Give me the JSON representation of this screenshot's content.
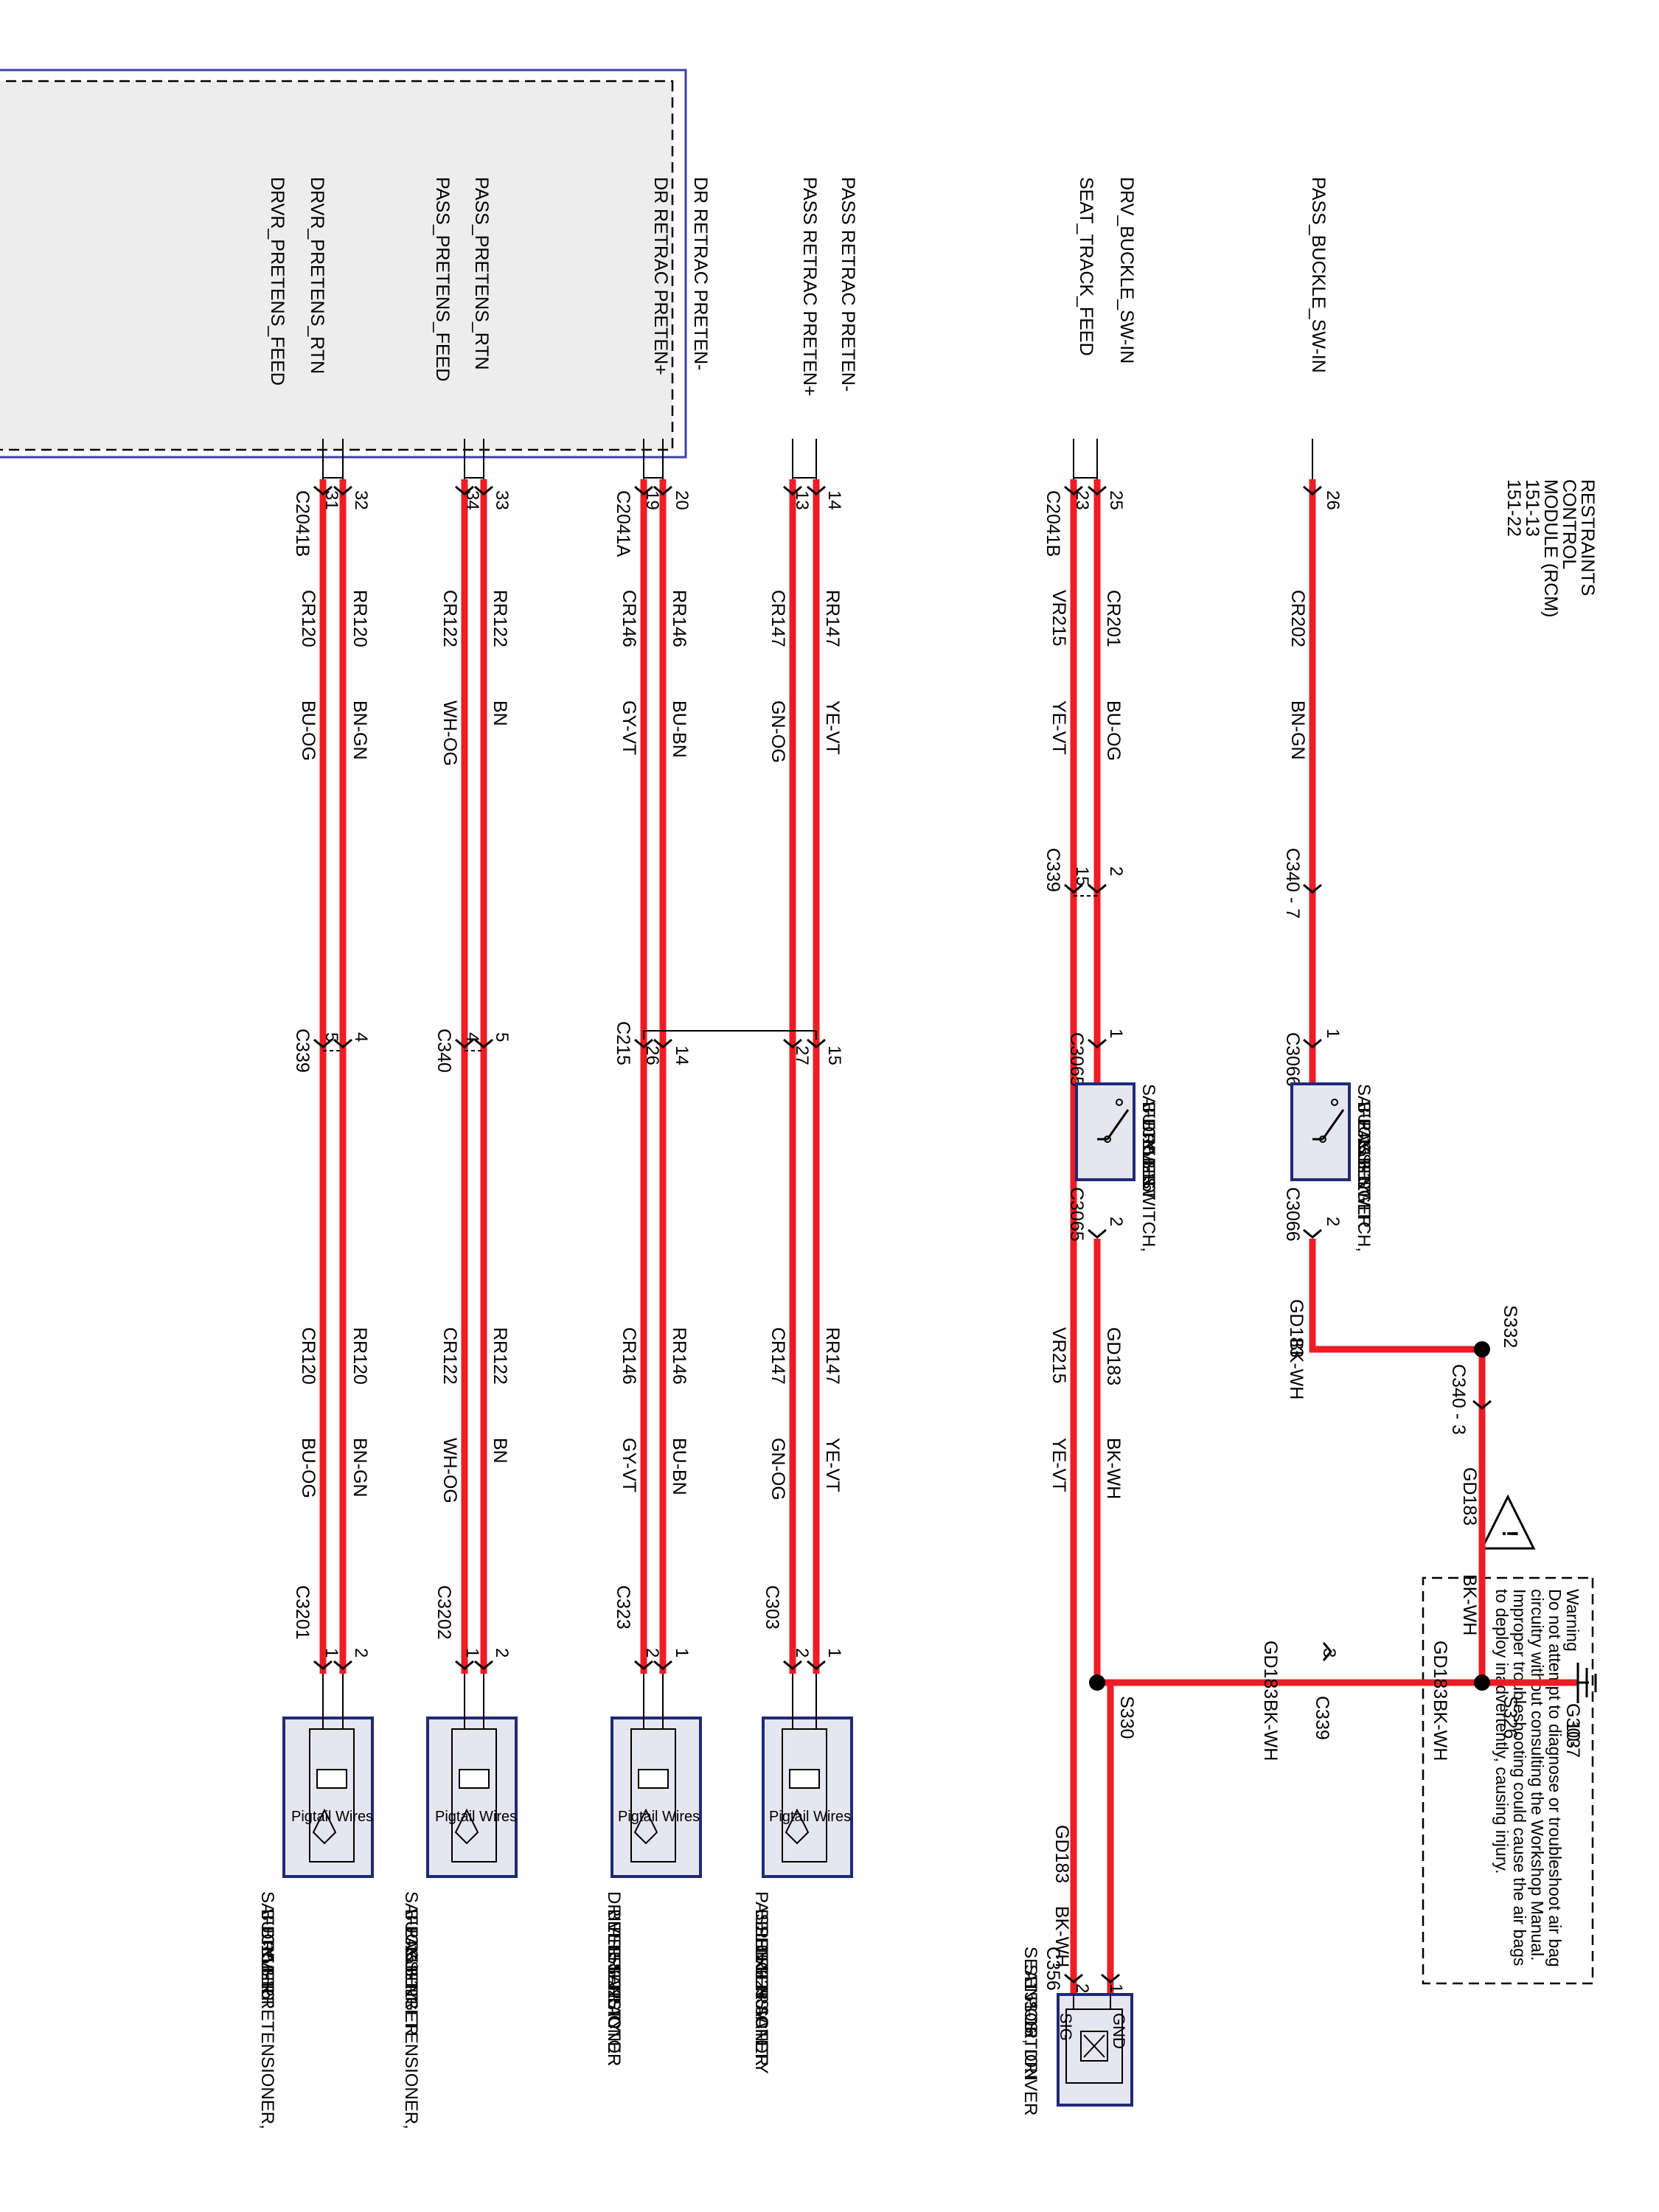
{
  "module": {
    "name_lines": [
      "RESTRAINTS",
      "CONTROL",
      "MODULE (RCM)",
      "151-13",
      "151-22"
    ],
    "pins": [
      {
        "label": "DRVR_PRETENS_FEED"
      },
      {
        "label": "DRVR_PRETENS_RTN"
      },
      {
        "label": "PASS_PRETENS_FEED"
      },
      {
        "label": "PASS_PRETENS_RTN"
      },
      {
        "label": "DR RETRAC PRETEN+"
      },
      {
        "label": "DR RETRAC PRETEN-"
      },
      {
        "label": "PASS RETRAC PRETEN+"
      },
      {
        "label": "PASS RETRAC PRETEN-"
      },
      {
        "label": "SEAT_TRACK_FEED"
      },
      {
        "label": "DRV_BUCKLE_SW-IN"
      },
      {
        "label": "PASS_BUCKLE_SW-IN"
      }
    ]
  },
  "warning": {
    "lines": [
      "Warning",
      "Do not attempt to diagnose or troubleshoot air bag",
      "circuitry without consulting the Workshop Manual.",
      "Improper troubleshooting could cause the air bags",
      "to deploy inadvertently, causing injury."
    ]
  },
  "connectors": {
    "c2041b_top": "C2041B",
    "c2041a": "C2041A",
    "c2041b_bottom": "C2041B",
    "c339_a": "C339",
    "c340_a": "C340",
    "c215": "C215",
    "c339_b": "C339",
    "c340_b": "C340 - 7",
    "c340_c": "C340 - 3",
    "c339_c": "C339",
    "c3066_a": "C3066",
    "c3066_b": "C3066",
    "c3065_a": "C3065",
    "c3065_b": "C3065",
    "c3201": "C3201",
    "c3202": "C3202",
    "c323": "C323",
    "c303": "C303",
    "c356": "C356"
  },
  "pin_numbers": {
    "p31": "31",
    "p32": "32",
    "p34": "34",
    "p33": "33",
    "p19": "19",
    "p20": "20",
    "p13": "13",
    "p14": "14",
    "p23": "23",
    "p25": "25",
    "p26": "26",
    "c339_5": "5",
    "c339_4": "4",
    "c340_4": "4",
    "c340_5": "5",
    "c215_26": "26",
    "c215_14": "14",
    "c215_27": "27",
    "c215_15": "15",
    "c339_15": "15",
    "c339_2": "2",
    "c3065_1": "1",
    "c3065_2": "2",
    "c3066_1": "1",
    "c3066_2": "2",
    "c3201_1": "1",
    "c3201_2": "2",
    "c3202_1": "1",
    "c3202_2": "2",
    "c323_2": "2",
    "c323_1": "1",
    "c303_2": "2",
    "c303_1": "1",
    "c339_3": "3",
    "c356_2": "2",
    "c356_1": "1"
  },
  "wires": [
    {
      "circuit": "CR120",
      "color": "BU-OG"
    },
    {
      "circuit": "RR120",
      "color": "BN-GN"
    },
    {
      "circuit": "CR122",
      "color": "WH-OG"
    },
    {
      "circuit": "RR122",
      "color": "BN"
    },
    {
      "circuit": "CR146",
      "color": "GY-VT"
    },
    {
      "circuit": "RR146",
      "color": "BU-BN"
    },
    {
      "circuit": "CR147",
      "color": "GN-OG"
    },
    {
      "circuit": "RR147",
      "color": "YE-VT"
    },
    {
      "circuit": "VR215",
      "color": "YE-VT"
    },
    {
      "circuit": "CR201",
      "color": "BU-OG"
    },
    {
      "circuit": "CR202",
      "color": "BN-GN"
    }
  ],
  "ground_wires": {
    "gd183_circuit": "GD183",
    "gd183_color": "BK-WH"
  },
  "splices": {
    "s332": "S332",
    "s326": "S326",
    "s330": "S330"
  },
  "ground": {
    "name": "G303",
    "page": "10-7"
  },
  "components": {
    "pretensioner_driver": [
      "SAFETY BELT",
      "BUCKLE PRETENSIONER,",
      "DRIVER",
      "151-16"
    ],
    "pretensioner_passenger": [
      "SAFETY BELT",
      "BUCKLE PRETENSIONER,",
      "PASSENGER",
      "151-17"
    ],
    "retractor_driver": [
      "DRIVER SAFETY",
      "BELT RETRACTOR",
      "PRETENSIONER",
      "151-22"
    ],
    "retractor_passenger": [
      "PASSENGER SAFETY",
      "BELT RETRACTOR",
      "PRETENSIONER",
      "151-25"
    ],
    "buckle_switch_driver": [
      "SAFETY BELT",
      "BUCKLE SWITCH,",
      "DRIVER",
      "151-16"
    ],
    "buckle_switch_passenger": [
      "SAFETY BELT",
      "BUCKLE SWITCH,",
      "PASSENGER",
      "151-17"
    ],
    "seat_sensor": [
      "SEAT POSITION",
      "SENSOR, DRIVER",
      "151-16"
    ],
    "pigtail_label": "Pigtail Wires",
    "sig_label": "SIG",
    "gnd_label": "GND"
  }
}
